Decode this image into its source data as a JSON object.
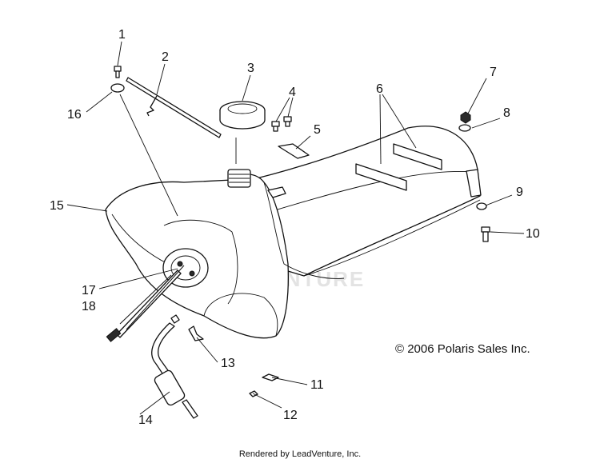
{
  "callouts": [
    "1",
    "2",
    "3",
    "4",
    "5",
    "6",
    "7",
    "8",
    "9",
    "10",
    "11",
    "12",
    "13",
    "14",
    "15",
    "16",
    "17",
    "18"
  ],
  "copyright": "© 2006 Polaris Sales Inc.",
  "watermark": "VENTURE",
  "footer": "Rendered by LeadVenture, Inc."
}
